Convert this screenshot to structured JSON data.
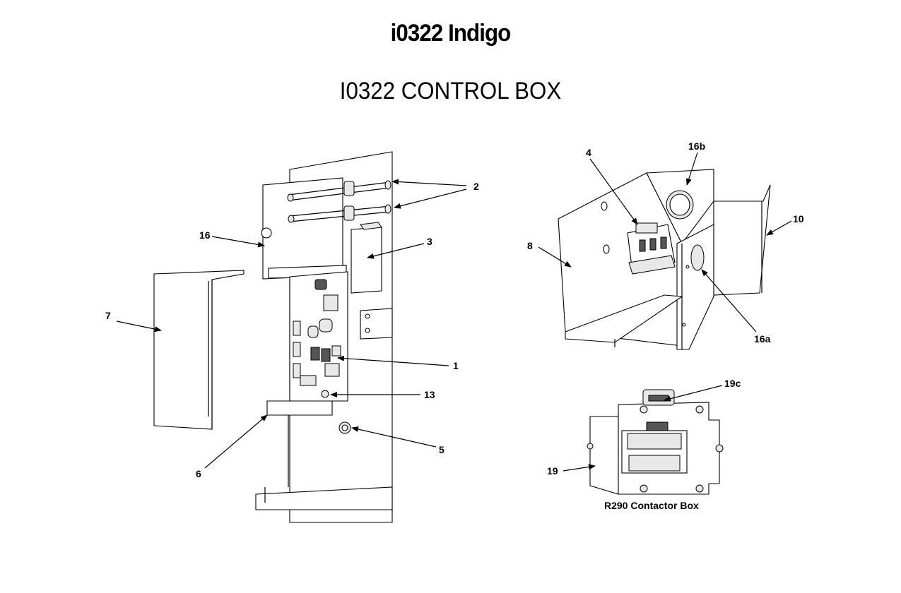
{
  "header": {
    "title": "i0322 Indigo",
    "subtitle": "I0322 CONTROL BOX"
  },
  "callouts": {
    "c1": "1",
    "c2": "2",
    "c3": "3",
    "c4": "4",
    "c5": "5",
    "c6": "6",
    "c7": "7",
    "c8": "8",
    "c10": "10",
    "c13": "13",
    "c16": "16",
    "c16a": "16a",
    "c16b": "16b",
    "c19": "19",
    "c19c": "19c"
  },
  "captions": {
    "contactor_box": "R290 Contactor Box"
  }
}
